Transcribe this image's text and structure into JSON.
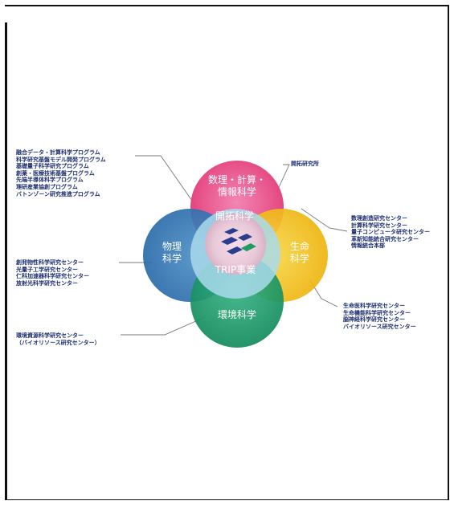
{
  "colors": {
    "math_info": "#e8397a",
    "life_science": "#f3c20f",
    "physics": "#2f79b8",
    "environment": "#1e9e6c",
    "center_ring": "#c9e8f2",
    "text_blue": "#1d2f6f"
  },
  "circles": {
    "top": {
      "line1": "数理・計算・",
      "line2": "情報科学"
    },
    "right": {
      "line1": "生命",
      "line2": "科学"
    },
    "left": {
      "line1": "物理",
      "line2": "科学"
    },
    "bottom": {
      "line1": "環境科学"
    },
    "center_top": "開拓科学",
    "center_bottom": "TRIP事業"
  },
  "groups": {
    "top_left": [
      "融合データ・計算科学プログラム",
      "科学研究基盤モデル開発プログラム",
      "基礎量子科学研究プログラム",
      "創薬・医療技術基盤プログラム",
      "先端半導体科学プログラム",
      "理研産業協創プログラム",
      "バトンゾーン研究推進プログラム"
    ],
    "top_right": [
      "開拓研究所"
    ],
    "right_upper": [
      "数理創造研究センター",
      "計算科学研究センター",
      "量子コンピュータ研究センター",
      "革新知能統合研究センター",
      "情報統合本部"
    ],
    "left": [
      "創発物性科学研究センター",
      "光量子工学研究センター",
      "仁科加速器科学研究センター",
      "放射光科学研究センター"
    ],
    "right_lower": [
      "生命医科学研究センター",
      "生命機能科学研究センター",
      "脳神経科学研究センター",
      "バイオリソース研究センター"
    ],
    "bottom_left": [
      "環境資源科学研究センター",
      "（バイオリソース研究センター）"
    ]
  }
}
